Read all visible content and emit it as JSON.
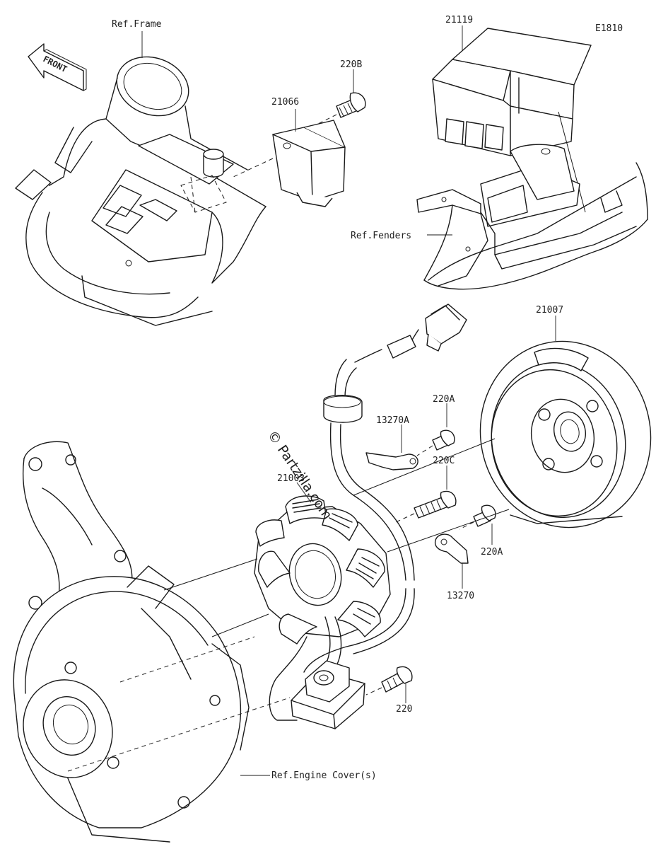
{
  "diagram_code": "E1810",
  "watermark": "© Partzilla.com",
  "front_label": "FRONT",
  "callouts": {
    "ref_frame": "Ref.Frame",
    "p21119": "21119",
    "p220b": "220B",
    "p21066": "21066",
    "ref_fenders": "Ref.Fenders",
    "p21007": "21007",
    "p220a_top": "220A",
    "p13270a": "13270A",
    "p220c": "220C",
    "p21003": "21003",
    "p220a_right": "220A",
    "p13270": "13270",
    "p220": "220",
    "ref_engine_cover": "Ref.Engine Cover(s)"
  }
}
